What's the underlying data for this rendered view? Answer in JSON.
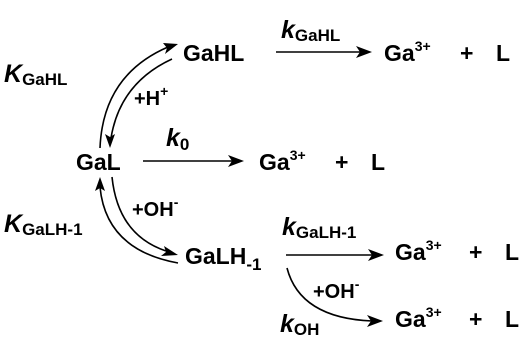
{
  "species": {
    "gahl": "GaHL",
    "gal": "GaL",
    "galh1_base": "GaLH",
    "galh1_sub": "-1"
  },
  "products": {
    "metal": "Ga",
    "charge": "3+",
    "plus": "+",
    "ligand": "L"
  },
  "rate_constants": {
    "k_gahl_sym": "k",
    "k_gahl_sub": "GaHL",
    "k0_sym": "k",
    "k0_sub": "0",
    "k_galh1_sym": "k",
    "k_galh1_sub": "GaLH-1",
    "k_oh_sym": "k",
    "k_oh_sub": "OH"
  },
  "equilibrium_constants": {
    "K_gahl_sym": "K",
    "K_gahl_sub": "GaHL",
    "K_galh1_sym": "K",
    "K_galh1_sub": "GaLH-1"
  },
  "conditions": {
    "h_plus": "+H",
    "h_plus_sup": "+",
    "oh_minus_1": "+OH",
    "oh_minus_1_sup": "-",
    "oh_minus_2": "+OH",
    "oh_minus_2_sup": "-"
  }
}
